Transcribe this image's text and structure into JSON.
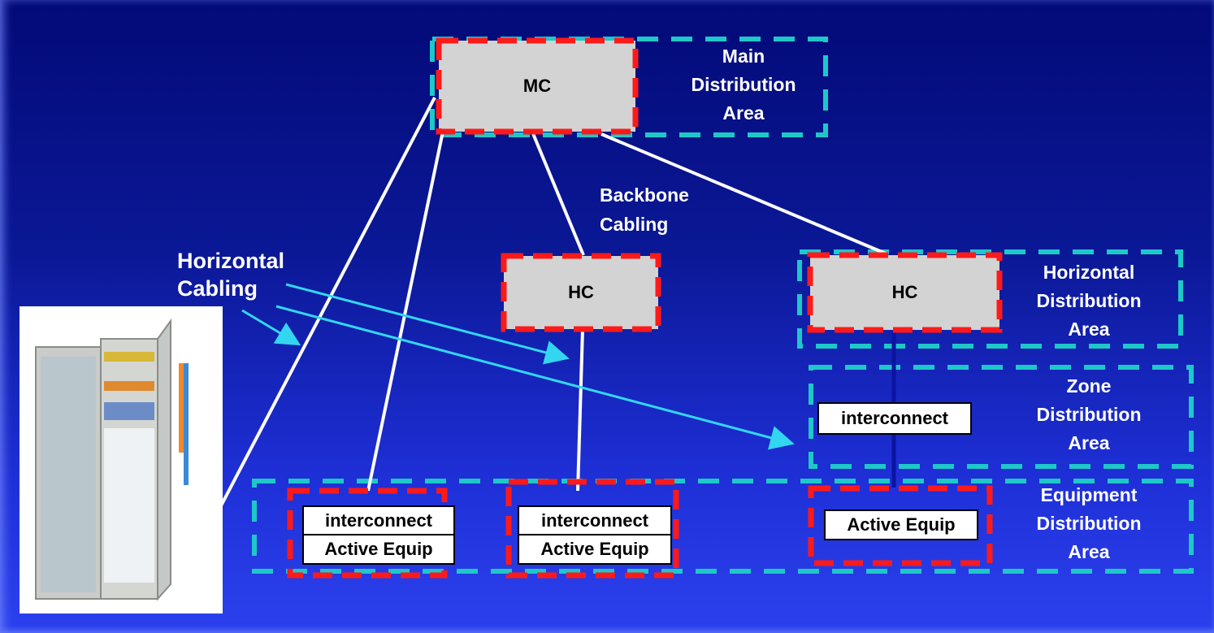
{
  "nodes": {
    "mc": "MC",
    "hc_center": "HC",
    "hc_right": "HC"
  },
  "areas": {
    "main": "Main\nDistribution\nArea",
    "horizontal": "Horizontal\nDistribution\nArea",
    "zone": "Zone\nDistribution\nArea",
    "equipment": "Equipment\nDistribution\nArea"
  },
  "labels": {
    "backbone": "Backbone\nCabling",
    "horizontal_cabling": "Horizontal\nCabling"
  },
  "boxes": {
    "zone_interconnect": "interconnect",
    "equip1_interconnect": "interconnect",
    "equip1_active": "Active  Equip",
    "equip2_interconnect": "interconnect",
    "equip2_active": "Active  Equip",
    "equip3_active": "Active  Equip"
  },
  "colors": {
    "area_border": "#1ec8c8",
    "node_border": "#ff1a1a",
    "cable": "#ffffff",
    "arrow": "#33d6f0",
    "zone_link": "#0a14a0"
  }
}
